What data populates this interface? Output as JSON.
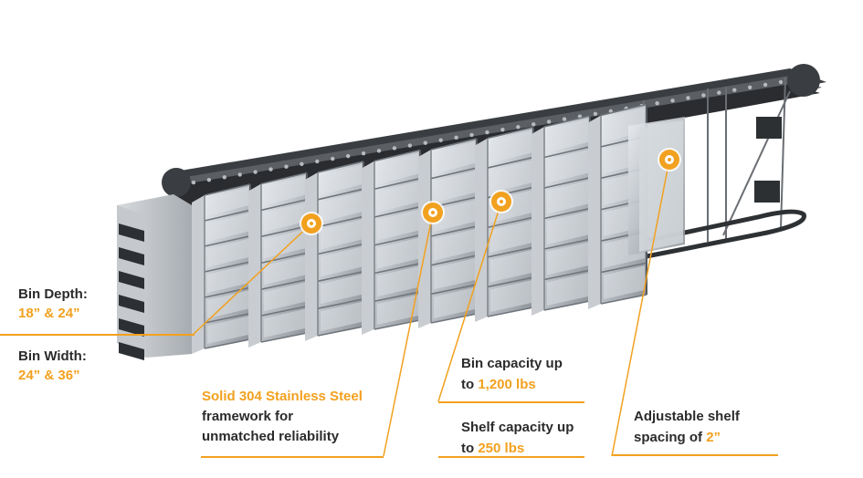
{
  "colors": {
    "accent": "#f2a11f",
    "text": "#2b2b2b"
  },
  "callouts": {
    "bin_depth": {
      "label": "Bin Depth:",
      "value": "18” & 24”"
    },
    "bin_width": {
      "label": "Bin Width:",
      "value": "24” & 36”"
    },
    "framework": {
      "accent_text": "Solid 304 Stainless Steel",
      "line2": "framework for",
      "line3": "unmatched reliability"
    },
    "bin_capacity": {
      "line1": "Bin capacity up",
      "prefix": "to ",
      "value": "1,200 lbs"
    },
    "shelf_capacity": {
      "line1": "Shelf capacity up",
      "prefix": "to ",
      "value": "250 lbs"
    },
    "shelf_spacing": {
      "line1": "Adjustable shelf",
      "prefix": "spacing of ",
      "value": "2”"
    }
  }
}
